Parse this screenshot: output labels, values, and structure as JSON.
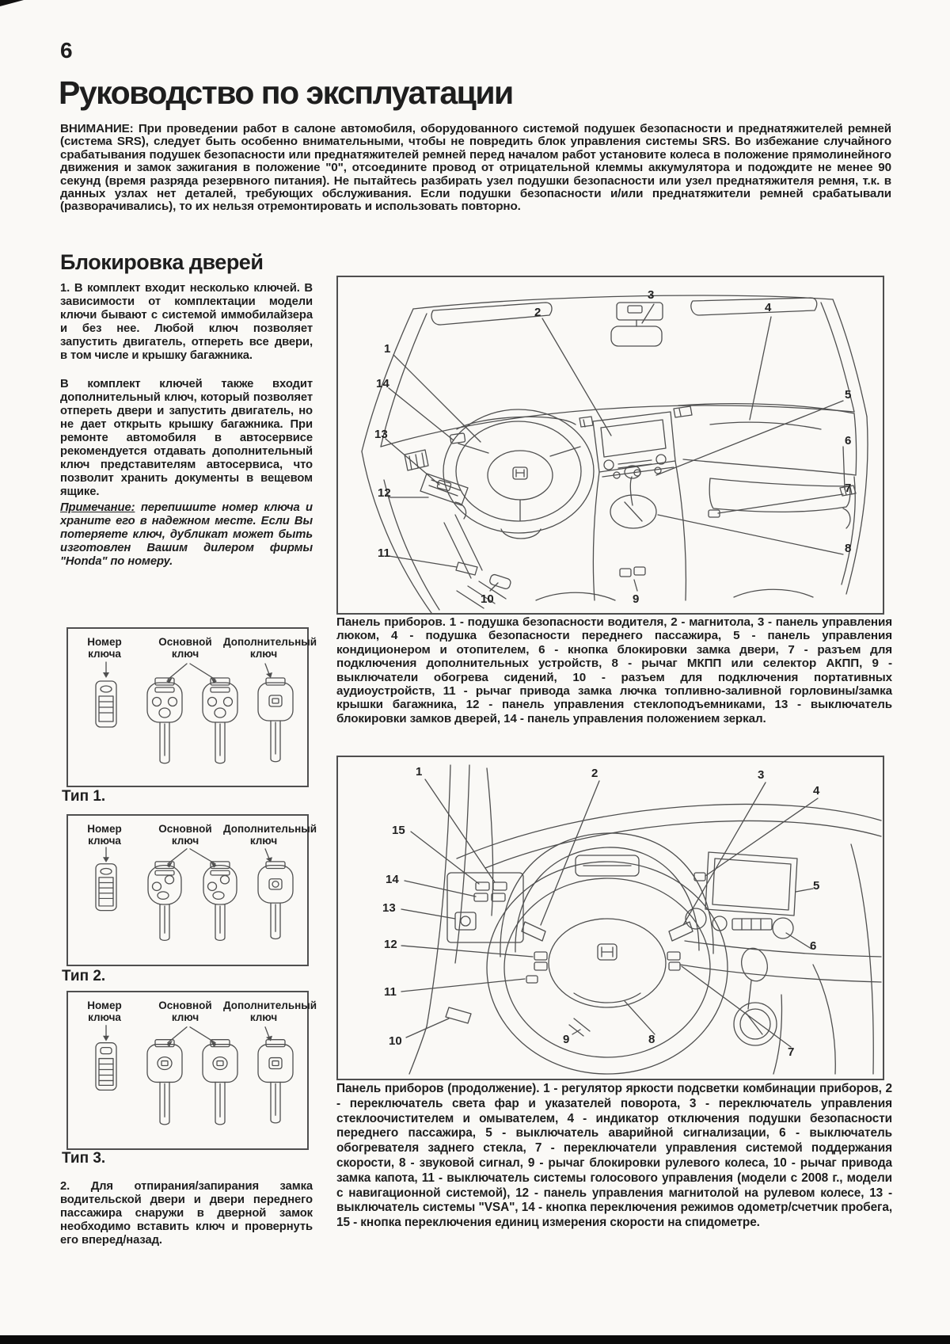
{
  "page": {
    "number": "6",
    "title": "Руководство по эксплуатации"
  },
  "warning_text": "ВНИМАНИЕ: При проведении работ в салоне автомобиля, оборудованного системой подушек безопасности и преднатяжителей ремней (система SRS), следует быть особенно внимательными, чтобы не повредить блок управления системы SRS. Во избежание случайного срабатывания подушек безопасности или преднатяжителей ремней перед началом работ установите колеса в положение прямолинейного движения и замок зажигания в положение \"0\", отсоедините провод от отрицательной клеммы аккумулятора и подождите не менее 90 секунд (время разряда резервного питания). Не пытайтесь разбирать узел подушки безопасности или узел преднатяжителя ремня, т.к. в данных узлах нет деталей, требующих обслуживания. Если подушки безопасности и/или преднатяжители ремней срабатывали (разворачивались), то их нельзя отремонтировать и использовать повторно.",
  "door_section": {
    "heading": "Блокировка дверей",
    "para_1a": "1. В комплект входит несколько ключей. В зависимости от комплектации модели ключи бывают с системой иммобилайзера и без нее. Любой ключ позволяет запустить двигатель, отпереть все двери, в том числе и крышку багажника.",
    "para_1b": "В комплект ключей также входит дополнительный ключ, который позволяет отпереть двери и запустить двигатель, но не дает открыть крышку багажника. При ремонте автомобиля в автосервисе рекомендуется отдавать дополнительный ключ представителям автосервиса, что позволит хранить документы в вещевом ящике.",
    "note_label": "Примечание:",
    "note_body": " перепишите номер ключа и храните его в надежном месте. Если Вы потеряете ключ, дубликат может быть изготовлен Вашим дилером фирмы \"Honda\" по номеру.",
    "para_2": "2. Для отпирания/запирания замка водительской двери и двери переднего пассажира снаружи в дверной замок необходимо вставить ключ и провернуть его вперед/назад."
  },
  "key_figures": [
    {
      "type_label": "Тип 1.",
      "number_label": "Номер ключа",
      "main_label": "Основной ключ",
      "extra_label": "Дополнительный ключ"
    },
    {
      "type_label": "Тип 2.",
      "number_label": "Номер ключа",
      "main_label": "Основной ключ",
      "extra_label": "Дополнительный ключ"
    },
    {
      "type_label": "Тип 3.",
      "number_label": "Номер ключа",
      "main_label": "Основной ключ",
      "extra_label": "Дополнительный ключ"
    }
  ],
  "diagram1": {
    "caption": "Панель приборов. 1 - подушка безопасности водителя, 2 - магнитола, 3 - панель управления люком, 4 - подушка безопасности переднего пассажира, 5 - панель управления кондиционером и отопителем, 6 - кнопка блокировки замка двери, 7 - разъем для подключения дополнительных устройств, 8 - рычаг МКПП или селектор АКПП, 9 - выключатели обогрева сидений, 10 - разъем для подключения портативных аудиоустройств, 11 - рычаг привода замка лючка топливно-заливной горловины/замка крышки багажника, 12 - панель управления стеклоподъемниками, 13 - выключатель блокировки замков дверей, 14 - панель управления положением зеркал.",
    "callouts": [
      "1",
      "2",
      "3",
      "4",
      "5",
      "6",
      "7",
      "8",
      "9",
      "10",
      "11",
      "12",
      "13",
      "14"
    ]
  },
  "diagram2": {
    "caption": "Панель приборов (продолжение). 1 - регулятор яркости подсветки комбинации приборов, 2 - переключатель света фар и указателей поворота, 3 - переключатель управления стеклоочистителем и омывателем, 4 - индикатор отключения подушки безопасности переднего пассажира, 5 - выключатель аварийной сигнализации, 6 - выключатель обогревателя заднего стекла, 7 - переключатели управления системой поддержания скорости, 8 - звуковой сигнал, 9 - рычаг блокировки рулевого колеса, 10 - рычаг привода замка капота, 11 - выключатель системы голосового управления (модели с 2008 г., модели с навигационной системой), 12 - панель управления магнитолой на рулевом колесе, 13 - выключатель системы \"VSA\", 14 - кнопка переключения режимов одометр/счетчик пробега, 15 - кнопка переключения единиц измерения скорости на спидометре.",
    "callouts": [
      "1",
      "2",
      "3",
      "4",
      "5",
      "6",
      "7",
      "8",
      "9",
      "10",
      "11",
      "12",
      "13",
      "14",
      "15"
    ]
  }
}
